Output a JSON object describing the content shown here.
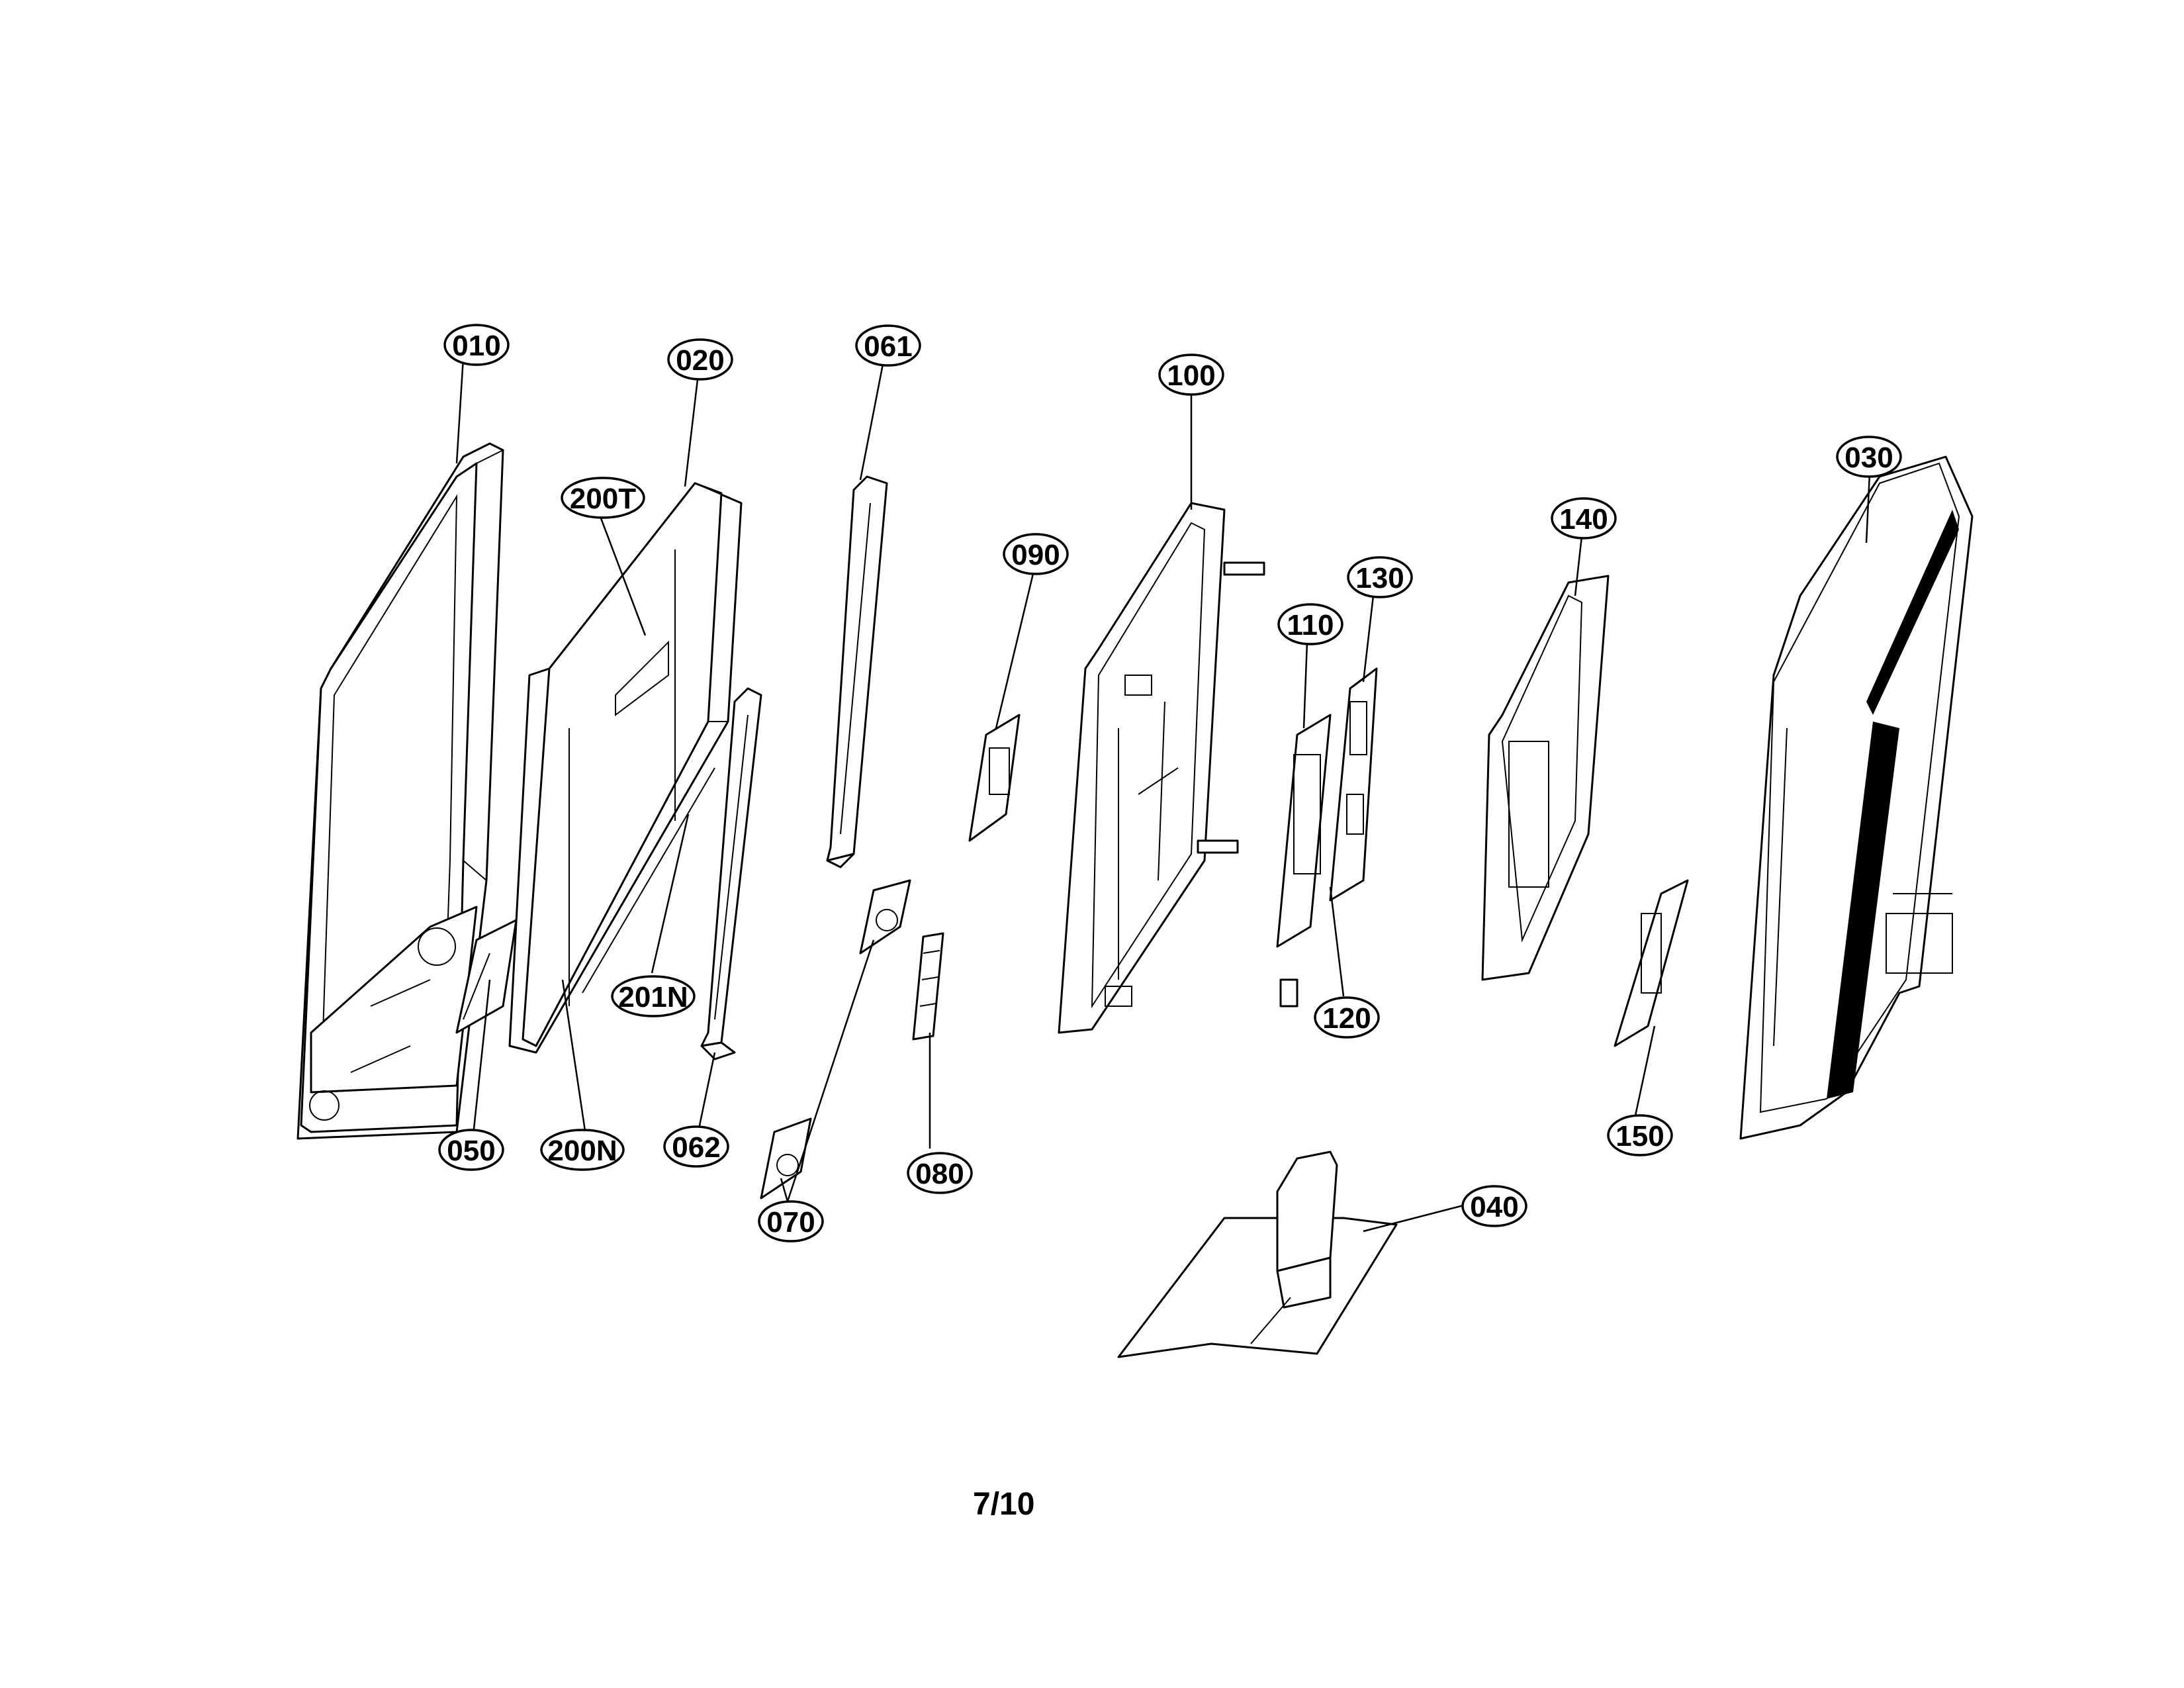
{
  "callouts": {
    "c010": "010",
    "c020": "020",
    "c200T": "200T",
    "c061": "061",
    "c090": "090",
    "c100": "100",
    "c110": "110",
    "c130": "130",
    "c140": "140",
    "c030": "030",
    "c201N": "201N",
    "c120": "120",
    "c050": "050",
    "c200N": "200N",
    "c062": "062",
    "c080": "080",
    "c070": "070",
    "c040": "040",
    "c150": "150"
  },
  "page_number": "7/10"
}
